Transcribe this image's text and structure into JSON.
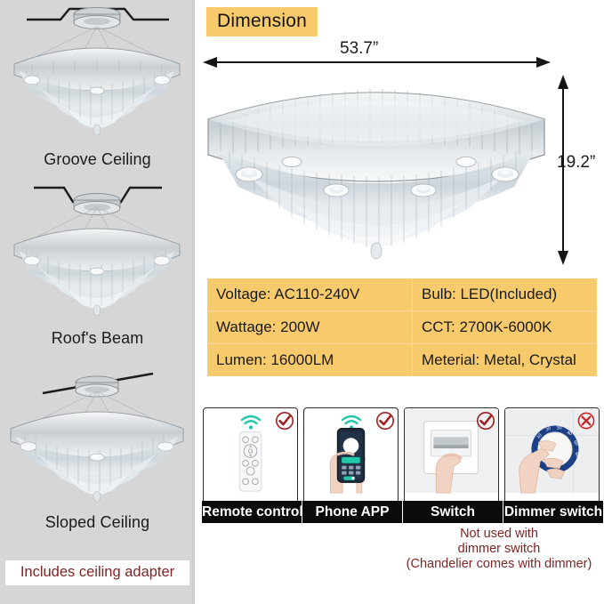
{
  "left_panel": {
    "installations": [
      {
        "caption": "Groove Ceiling",
        "mount_type": "groove-bracket"
      },
      {
        "caption": "Roof's Beam",
        "mount_type": "beam-bracket"
      },
      {
        "caption": "Sloped Ceiling",
        "mount_type": "sloped-bracket"
      }
    ],
    "adapter_note": "Includes ceiling adapter"
  },
  "dimension": {
    "tag_label": "Dimension",
    "width_value": "53.7”",
    "height_value": "19.2”",
    "product_name": "crystal-chandelier"
  },
  "specs": {
    "rows": [
      {
        "left": "Voltage: AC110-240V",
        "right": "Bulb: LED(Included)"
      },
      {
        "left": "Wattage: 200W",
        "right": "CCT: 2700K-6000K"
      },
      {
        "left": "Lumen: 16000LM",
        "right": "Meterial: Metal, Crystal"
      }
    ]
  },
  "controls": {
    "cards": [
      {
        "label": "Remote control",
        "badge": "check",
        "wifi": true,
        "art": "remote-control"
      },
      {
        "label": "Phone APP",
        "badge": "check",
        "wifi": true,
        "art": "phone-app"
      },
      {
        "label": "Switch",
        "badge": "check",
        "wifi": false,
        "art": "wall-switch"
      },
      {
        "label": "Dimmer switch",
        "badge": "cross",
        "wifi": false,
        "art": "dimmer-knob"
      }
    ],
    "note_line1": "Not used with",
    "note_line2": "dimmer switch",
    "note_line3": "(Chandelier comes with dimmer)"
  },
  "colors": {
    "panel_gray": "#d6d6d6",
    "accent_amber": "#f7ca6b",
    "warning_red": "#7e2525",
    "badge_red": "#9e2020",
    "wifi_teal": "#1ec8a8",
    "label_black": "#0b0b0b"
  }
}
